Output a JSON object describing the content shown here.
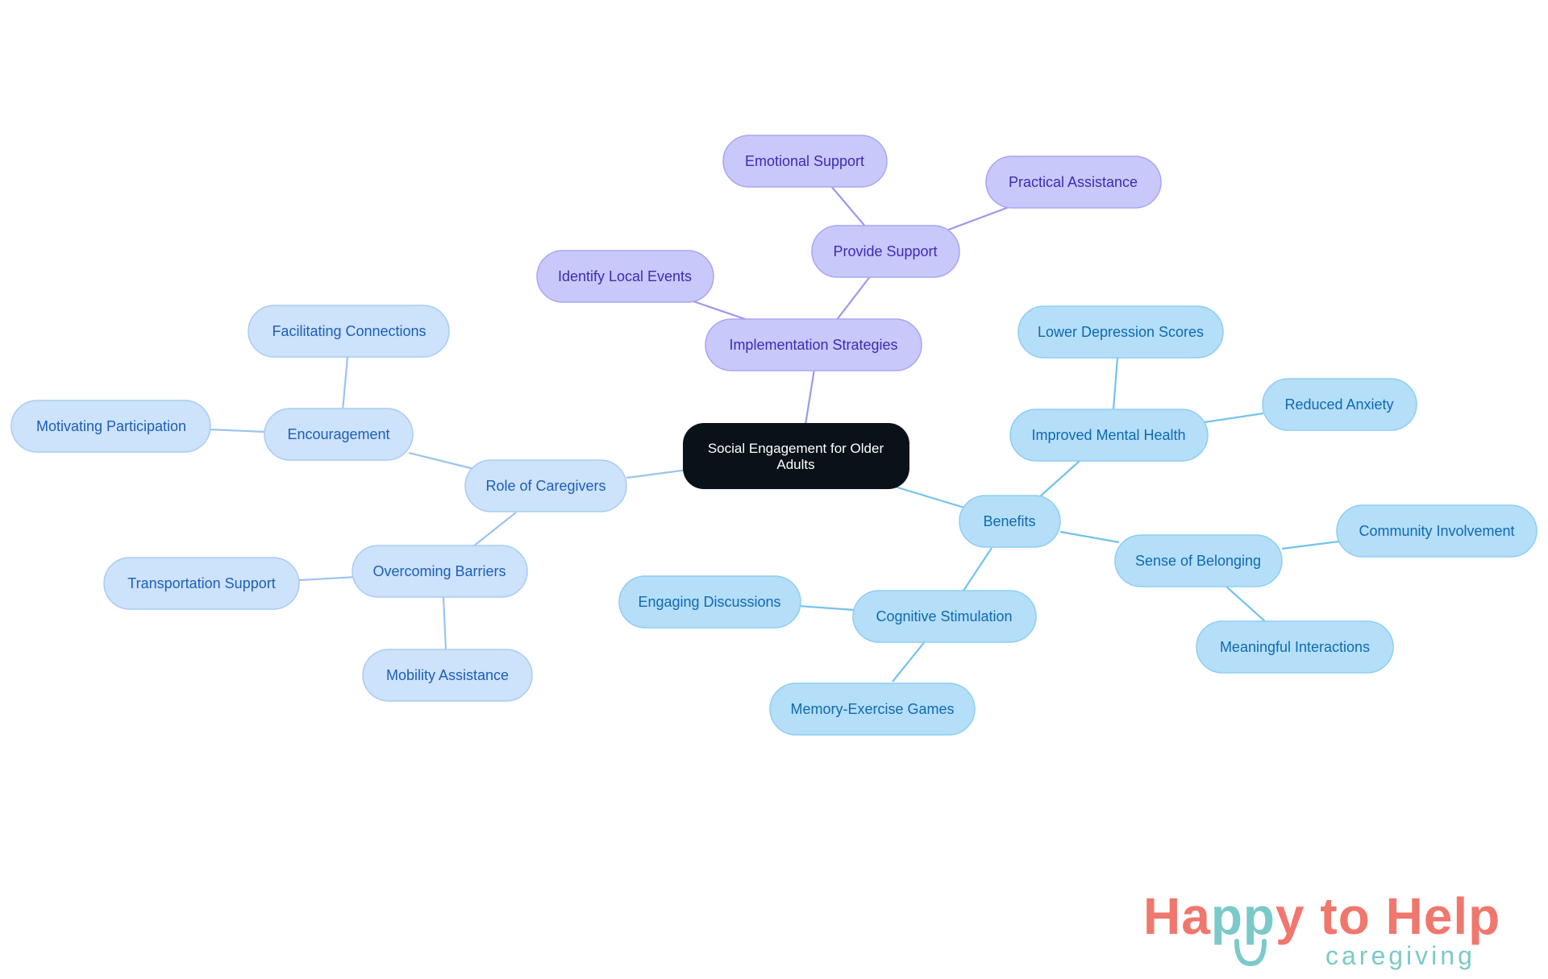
{
  "root": {
    "line1": "Social Engagement for Older",
    "line2": "Adults"
  },
  "branches": {
    "implementation": {
      "label": "Implementation Strategies",
      "provide_support": "Provide Support",
      "emotional_support": "Emotional Support",
      "practical_assistance": "Practical Assistance",
      "identify_local_events": "Identify Local Events"
    },
    "caregivers": {
      "label": "Role of Caregivers",
      "encouragement": "Encouragement",
      "facilitating_connections": "Facilitating Connections",
      "motivating_participation": "Motivating Participation",
      "overcoming_barriers": "Overcoming Barriers",
      "transportation_support": "Transportation Support",
      "mobility_assistance": "Mobility Assistance"
    },
    "benefits": {
      "label": "Benefits",
      "improved_mental_health": "Improved Mental Health",
      "lower_depression_scores": "Lower Depression Scores",
      "reduced_anxiety": "Reduced Anxiety",
      "sense_of_belonging": "Sense of Belonging",
      "community_involvement": "Community Involvement",
      "meaningful_interactions": "Meaningful Interactions",
      "cognitive_stimulation": "Cognitive Stimulation",
      "engaging_discussions": "Engaging Discussions",
      "memory_exercise_games": "Memory-Exercise Games"
    }
  },
  "logo": {
    "main_happy": "Happy",
    "main_rest": " to Help",
    "sub": "caregiving"
  },
  "colors": {
    "root_fill": "#0b1118",
    "purple_fill": "#c9c8fb",
    "purple_stroke": "#a8a5f4",
    "purple_text": "#3b2cb5",
    "purple_line": "#9b98ee",
    "lightblue_fill": "#cde2fb",
    "lightblue_stroke": "#a9cbf4",
    "lightblue_text": "#1c5fb8",
    "lightblue_line": "#9cc4ef",
    "skyblue_fill": "#b5def9",
    "skyblue_stroke": "#8ecdf4",
    "skyblue_text": "#0f6ab0",
    "skyblue_line": "#74c2ee",
    "logo_coral": "#f0776d",
    "logo_teal": "#7cc9c9"
  }
}
